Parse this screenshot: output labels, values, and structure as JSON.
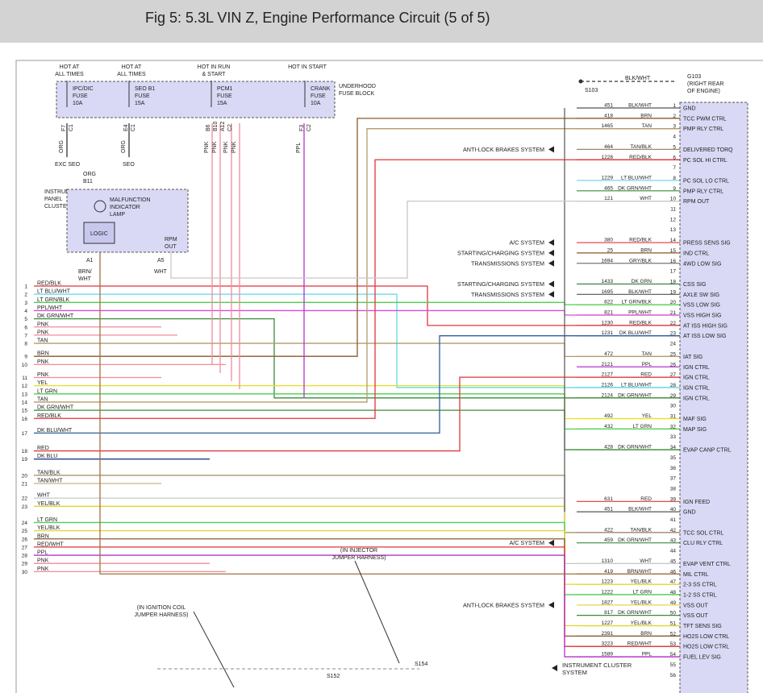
{
  "title": "Fig 5: 5.3L VIN Z, Engine Performance Circuit (5 of 5)",
  "fuses": [
    {
      "hot": "HOT AT\nALL TIMES",
      "name": "IPC/DIC\nFUSE\n10A",
      "terms": [
        "F7",
        "C1"
      ]
    },
    {
      "hot": "HOT AT\nALL TIMES",
      "name": "SEO B1\nFUSE\n15A",
      "terms": [
        "E4",
        "C1"
      ]
    },
    {
      "hot": "HOT IN RUN\n& START",
      "name": "PCM1\nFUSE\n15A",
      "terms": [
        "B6",
        "B10",
        "A12",
        "C2"
      ]
    },
    {
      "hot": "HOT IN START",
      "name": "CRANK\nFUSE\n10A",
      "terms": [
        "F3",
        "C2"
      ]
    }
  ],
  "fuse_block_label": "UNDERHOOD\nFUSE BLOCK",
  "fuse_wire_colors": [
    "ORG",
    "ORG",
    "PNK",
    "PNK",
    "PNK",
    "PNK",
    "PPL"
  ],
  "exc_seo": "EXC SEO",
  "seo": "SEO",
  "cluster": {
    "label": "INSTRUMENT\nPANEL\nCLUSTER",
    "wire": "ORG",
    "pin_top": "B11",
    "lamp": "MALFUNCTION\nINDICATOR\nLAMP",
    "logic": "LOGIC",
    "rpm": "RPM\nOUT",
    "pin_a1": "A1",
    "pin_a5": "A5",
    "a1_color": "BRN/\nWHT",
    "a5_color": "WHT"
  },
  "ground": {
    "wire": "BLK/WHT",
    "label": "G103\n(RIGHT REAR\nOF ENGINE)",
    "splice": "S103"
  },
  "left_wires": [
    {
      "n": "1",
      "c": "RED/BLK"
    },
    {
      "n": "2",
      "c": "LT BLU/WHT"
    },
    {
      "n": "3",
      "c": "LT GRN/BLK"
    },
    {
      "n": "4",
      "c": "PPL/WHT"
    },
    {
      "n": "5",
      "c": "DK GRN/WHT"
    },
    {
      "n": "6",
      "c": "PNK"
    },
    {
      "n": "7",
      "c": "PNK"
    },
    {
      "n": "8",
      "c": "TAN"
    },
    {
      "n": "9",
      "c": "BRN"
    },
    {
      "n": "10",
      "c": "PNK"
    },
    {
      "n": "11",
      "c": "PNK"
    },
    {
      "n": "12",
      "c": "YEL"
    },
    {
      "n": "13",
      "c": "LT GRN"
    },
    {
      "n": "14",
      "c": "TAN"
    },
    {
      "n": "15",
      "c": "DK GRN/WHT"
    },
    {
      "n": "16",
      "c": "RED/BLK"
    },
    {
      "n": "17",
      "c": "DK BLU/WHT"
    },
    {
      "n": "18",
      "c": "RED"
    },
    {
      "n": "19",
      "c": "DK BLU"
    },
    {
      "n": "20",
      "c": "TAN/BLK"
    },
    {
      "n": "21",
      "c": "TAN/WHT"
    },
    {
      "n": "22",
      "c": "WHT"
    },
    {
      "n": "23",
      "c": "YEL/BLK"
    },
    {
      "n": "24",
      "c": "LT GRN"
    },
    {
      "n": "25",
      "c": "YEL/BLK"
    },
    {
      "n": "26",
      "c": "BRN"
    },
    {
      "n": "27",
      "c": "RED/WHT"
    },
    {
      "n": "28",
      "c": "PPL"
    },
    {
      "n": "29",
      "c": "PNK"
    },
    {
      "n": "30",
      "c": "PNK"
    }
  ],
  "pcm_pins": [
    {
      "n": "1",
      "circ": "451",
      "c": "BLK/WHT",
      "f": "GND"
    },
    {
      "n": "2",
      "circ": "418",
      "c": "BRN",
      "f": "TCC PWM CTRL"
    },
    {
      "n": "3",
      "circ": "1465",
      "c": "TAN",
      "f": "PMP RLY CTRL"
    },
    {
      "n": "4",
      "circ": "",
      "c": "",
      "f": ""
    },
    {
      "n": "5",
      "circ": "464",
      "c": "TAN/BLK",
      "f": "DELIVERED TORQ"
    },
    {
      "n": "6",
      "circ": "1228",
      "c": "RED/BLK",
      "f": "PC SOL HI CTRL"
    },
    {
      "n": "7",
      "circ": "",
      "c": "",
      "f": ""
    },
    {
      "n": "8",
      "circ": "1229",
      "c": "LT BLU/WHT",
      "f": "PC SOL LO CTRL"
    },
    {
      "n": "9",
      "circ": "465",
      "c": "DK GRN/WHT",
      "f": "PMP RLY CTRL"
    },
    {
      "n": "10",
      "circ": "121",
      "c": "WHT",
      "f": "RPM OUT"
    },
    {
      "n": "11",
      "circ": "",
      "c": "",
      "f": ""
    },
    {
      "n": "12",
      "circ": "",
      "c": "",
      "f": ""
    },
    {
      "n": "13",
      "circ": "",
      "c": "",
      "f": ""
    },
    {
      "n": "14",
      "circ": "380",
      "c": "RED/BLK",
      "f": "PRESS SENS SIG"
    },
    {
      "n": "15",
      "circ": "25",
      "c": "BRN",
      "f": "IND CTRL"
    },
    {
      "n": "16",
      "circ": "1694",
      "c": "GRY/BLK",
      "f": "4WD LOW SIG"
    },
    {
      "n": "17",
      "circ": "",
      "c": "",
      "f": ""
    },
    {
      "n": "18",
      "circ": "1433",
      "c": "DK GRN",
      "f": "CSS SIG"
    },
    {
      "n": "19",
      "circ": "1695",
      "c": "BLK/WHT",
      "f": "AXLE SW SIG"
    },
    {
      "n": "20",
      "circ": "822",
      "c": "LT GRN/BLK",
      "f": "VSS LOW SIG"
    },
    {
      "n": "21",
      "circ": "821",
      "c": "PPL/WHT",
      "f": "VSS HIGH SIG"
    },
    {
      "n": "22",
      "circ": "1230",
      "c": "RED/BLK",
      "f": "AT ISS HIGH SIG"
    },
    {
      "n": "23",
      "circ": "1231",
      "c": "DK BLU/WHT",
      "f": "AT ISS LOW SIG"
    },
    {
      "n": "24",
      "circ": "",
      "c": "",
      "f": ""
    },
    {
      "n": "25",
      "circ": "472",
      "c": "TAN",
      "f": "IAT SIG"
    },
    {
      "n": "26",
      "circ": "2121",
      "c": "PPL",
      "f": "IGN CTRL"
    },
    {
      "n": "27",
      "circ": "2127",
      "c": "RED",
      "f": "IGN CTRL"
    },
    {
      "n": "28",
      "circ": "2126",
      "c": "LT BLU/WHT",
      "f": "IGN CTRL"
    },
    {
      "n": "29",
      "circ": "2124",
      "c": "DK GRN/WHT",
      "f": "IGN CTRL"
    },
    {
      "n": "30",
      "circ": "",
      "c": "",
      "f": ""
    },
    {
      "n": "31",
      "circ": "492",
      "c": "YEL",
      "f": "MAF SIG"
    },
    {
      "n": "32",
      "circ": "432",
      "c": "LT GRN",
      "f": "MAP SIG"
    },
    {
      "n": "33",
      "circ": "",
      "c": "",
      "f": ""
    },
    {
      "n": "34",
      "circ": "428",
      "c": "DK GRN/WHT",
      "f": "EVAP CANP CTRL"
    },
    {
      "n": "35",
      "circ": "",
      "c": "",
      "f": ""
    },
    {
      "n": "36",
      "circ": "",
      "c": "",
      "f": ""
    },
    {
      "n": "37",
      "circ": "",
      "c": "",
      "f": ""
    },
    {
      "n": "38",
      "circ": "",
      "c": "",
      "f": ""
    },
    {
      "n": "39",
      "circ": "631",
      "c": "RED",
      "f": "IGN FEED"
    },
    {
      "n": "40",
      "circ": "451",
      "c": "BLK/WHT",
      "f": "GND"
    },
    {
      "n": "41",
      "circ": "",
      "c": "",
      "f": ""
    },
    {
      "n": "42",
      "circ": "422",
      "c": "TAN/BLK",
      "f": "TCC SOL CTRL"
    },
    {
      "n": "43",
      "circ": "459",
      "c": "DK GRN/WHT",
      "f": "CLU RLY CTRL"
    },
    {
      "n": "44",
      "circ": "",
      "c": "",
      "f": ""
    },
    {
      "n": "45",
      "circ": "1310",
      "c": "WHT",
      "f": "EVAP VENT CTRL"
    },
    {
      "n": "46",
      "circ": "419",
      "c": "BRN/WHT",
      "f": "MIL CTRL"
    },
    {
      "n": "47",
      "circ": "1223",
      "c": "YEL/BLK",
      "f": "2-3 SS CTRL"
    },
    {
      "n": "48",
      "circ": "1222",
      "c": "LT GRN",
      "f": "1-2 SS CTRL"
    },
    {
      "n": "49",
      "circ": "1827",
      "c": "YEL/BLK",
      "f": "VSS OUT"
    },
    {
      "n": "50",
      "circ": "817",
      "c": "DK GRN/WHT",
      "f": "VSS OUT"
    },
    {
      "n": "51",
      "circ": "1227",
      "c": "YEL/BLK",
      "f": "TFT SENS SIG"
    },
    {
      "n": "52",
      "circ": "2391",
      "c": "BRN",
      "f": "HO2S LOW CTRL"
    },
    {
      "n": "53",
      "circ": "3223",
      "c": "RED/WHT",
      "f": "HO2S LOW CTRL"
    },
    {
      "n": "54",
      "circ": "1589",
      "c": "PPL",
      "f": "FUEL LEV SIG"
    },
    {
      "n": "55",
      "circ": "",
      "c": "",
      "f": ""
    },
    {
      "n": "56",
      "circ": "",
      "c": "",
      "f": ""
    }
  ],
  "systems": [
    {
      "pin": "5",
      "label": "ANTI-LOCK BRAKES SYSTEM"
    },
    {
      "pin": "14",
      "label": "A/C SYSTEM"
    },
    {
      "pin": "15",
      "label": "STARTING/CHARGING SYSTEM"
    },
    {
      "pin": "16",
      "label": "TRANSMISSIONS SYSTEM"
    },
    {
      "pin": "18",
      "label": "STARTING/CHARGING SYSTEM"
    },
    {
      "pin": "19",
      "label": "TRANSMISSIONS SYSTEM"
    },
    {
      "pin": "43",
      "label": "A/C SYSTEM"
    },
    {
      "pin": "49",
      "label": "ANTI-LOCK BRAKES SYSTEM"
    }
  ],
  "ic_system": "INSTRUMENT CLUSTER\nSYSTEM",
  "notes": {
    "injector": "(IN INJECTOR\nJUMPER HARNESS)",
    "ignition": "(IN IGNITION COIL\nJUMPER HARNESS)",
    "s152": "S152",
    "s154": "S154"
  },
  "wire_colors": {
    "RED/BLK": "#e0353a",
    "LT BLU/WHT": "#5fd7ea",
    "LT GRN/BLK": "#4ecf4e",
    "PPL/WHT": "#d64fd6",
    "DK GRN/WHT": "#3c8a3c",
    "PNK": "#f28b9a",
    "TAN": "#b59a6a",
    "BRN": "#8a5a2a",
    "YEL": "#e8e026",
    "LT GRN": "#4ecf4e",
    "DK BLU/WHT": "#2f5c9a",
    "RED": "#e0353a",
    "DK BLU": "#1e3d8a",
    "TAN/BLK": "#a08860",
    "TAN/WHT": "#c8b48a",
    "WHT": "#c8c8c8",
    "YEL/BLK": "#e0d530",
    "RED/WHT": "#e0353a",
    "PPL": "#b532c8",
    "BLK/WHT": "#555555",
    "GRY/BLK": "#777777",
    "DK GRN": "#2f7a2f",
    "BRN/WHT": "#a07040",
    "ORG": "#333333"
  }
}
